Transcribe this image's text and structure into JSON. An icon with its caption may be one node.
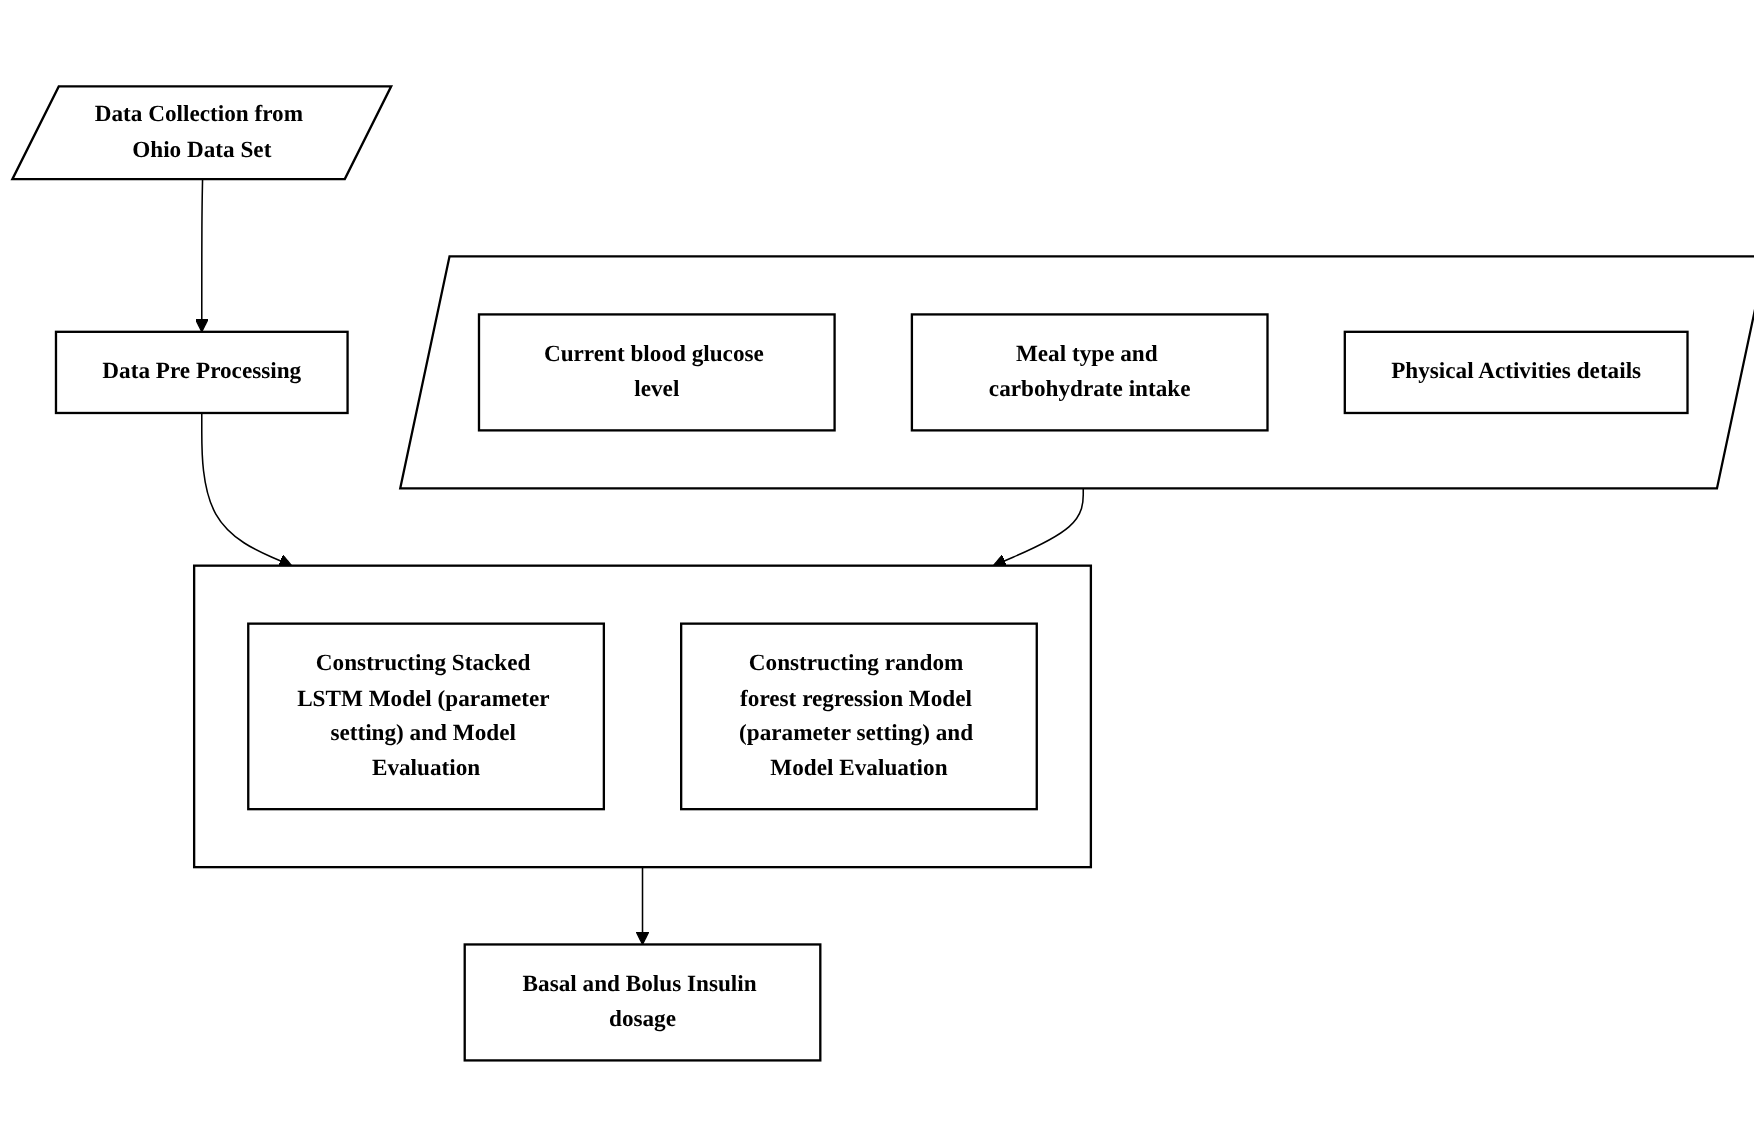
{
  "diagram": {
    "nodes": [
      {
        "text": [
          "Data Collection from Ohio Data Set"
        ]
      },
      {
        "text": [
          "Data Pre Processing"
        ]
      },
      {
        "text": [],
        "shape": "parallelogram"
      },
      {
        "text": [
          "Current blood glucose level"
        ],
        "in": 2
      },
      {
        "text": [
          "Meal type and carbohydrate intake"
        ],
        "in": 2
      },
      {
        "text": [
          "Physical Activities details"
        ],
        "in": 2
      },
      {
        "text": [],
        "shape": "box"
      },
      {
        "text": [
          "Constructing Stacked LSTM Model (parameter setting) and Model Evaluation"
        ],
        "in": 6
      },
      {
        "text": [
          "Constructing random forest regression Model (parameter setting) and Model Evaluation"
        ],
        "in": 6
      },
      {
        "text": [
          "Basal and Bolus Insulin dosage"
        ]
      }
    ],
    "edges": [
      {
        "from": 0,
        "to": 1,
        "arrow": "to"
      },
      {
        "from": 1,
        "to": 6,
        "arrow": "to"
      },
      {
        "from": 2,
        "to": 6,
        "arrow": "to"
      },
      {
        "from": 6,
        "to": 9,
        "arrow": "to"
      }
    ]
  }
}
